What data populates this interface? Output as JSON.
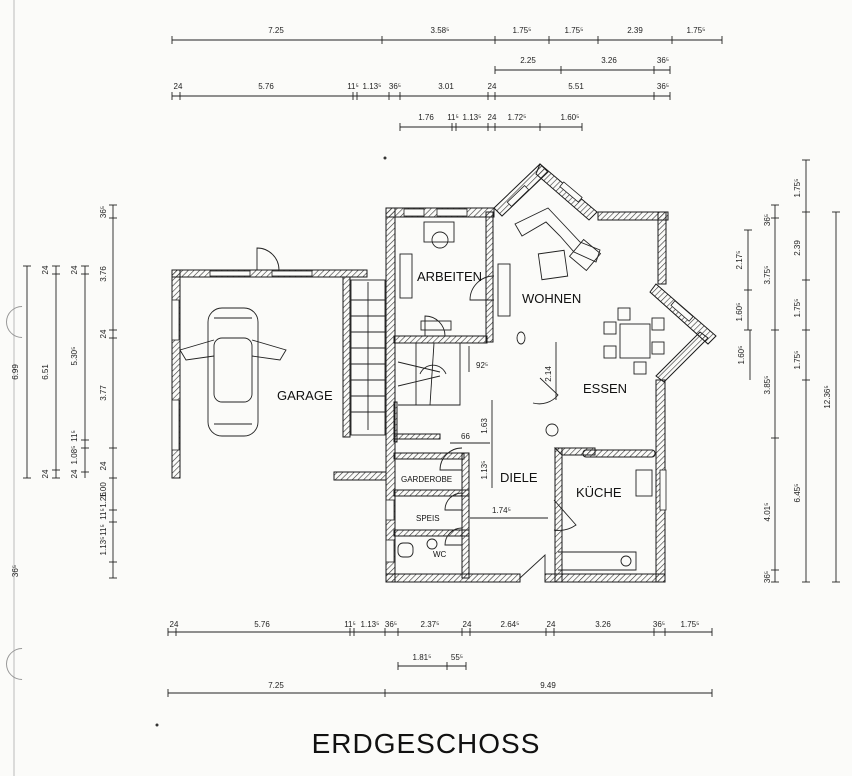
{
  "title": "ERDGESCHOSS",
  "rooms": {
    "arbeiten": "ARBEITEN",
    "wohnen": "WOHNEN",
    "essen": "ESSEN",
    "garage": "GARAGE",
    "diele": "DIELE",
    "kueche": "KÜCHE",
    "garderobe": "GARDEROBE",
    "speis": "SPEIS",
    "wc": "WC"
  },
  "top_dims": {
    "row1": [
      "7.25",
      "3.58⁵",
      "1.75⁵",
      "1.75⁵",
      "2.39",
      "1.75⁵"
    ],
    "row2": [
      "2.25",
      "3.26",
      "36⁵"
    ],
    "row3": [
      "24",
      "5.76",
      "11⁵",
      "1.13⁵",
      "36⁵",
      "3.01",
      "24",
      "5.51",
      "36⁵"
    ],
    "row4": [
      "1.76",
      "11⁵",
      "1.13⁵",
      "24",
      "1.72⁵",
      "1.60⁵"
    ]
  },
  "bottom_dims": {
    "row1": [
      "24",
      "5.76",
      "11⁵",
      "1.13⁵",
      "36⁵",
      "2.37⁵",
      "24",
      "2.64⁵",
      "24",
      "3.26",
      "36⁵",
      "1.75⁵"
    ],
    "row2": [
      "1.81⁵",
      "55⁵"
    ],
    "row3": [
      "7.25",
      "9.49"
    ]
  },
  "left_dims": {
    "col1": [
      "6.99"
    ],
    "col2": [
      "24",
      "6.51",
      "24"
    ],
    "col3": [
      "24",
      "5.30⁵",
      "24",
      "1.08⁵",
      "11⁵"
    ],
    "col4": [
      "1.13⁵",
      "11⁵",
      "1.26",
      "11⁵",
      "1.00",
      "24"
    ],
    "col5": [
      "36⁵",
      "3.76",
      "24",
      "3.77"
    ],
    "col1b": [
      "36⁵"
    ]
  },
  "right_dims": {
    "col1": [
      "1.60⁵"
    ],
    "col2": [
      "2.17⁵",
      "1.60⁵"
    ],
    "col3": [
      "36⁵",
      "3.75⁵",
      "3.85⁵",
      "4.01⁵",
      "36⁵"
    ],
    "col4": [
      "1.75⁵",
      "2.39",
      "1.75⁵",
      "1.75⁵",
      "6.45⁵"
    ],
    "col5": [
      "12.36⁵"
    ]
  },
  "interior_dims": {
    "stair": "92⁵",
    "essen_h": "2.14",
    "diele_h1": "1.63",
    "diele_w": "66",
    "diele_h2": "1.13⁵",
    "speis_w": "1.74⁵"
  }
}
